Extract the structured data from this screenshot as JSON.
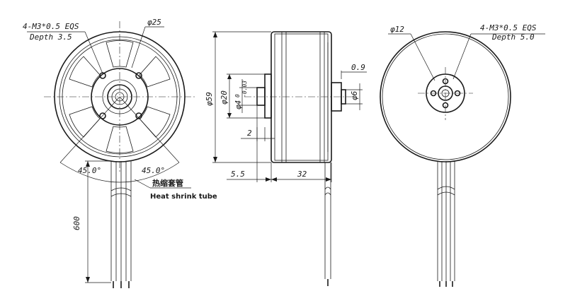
{
  "left_view": {
    "thread_spec": "4-M3*0.5 EQS",
    "thread_depth": "Depth 3.5",
    "bolt_circle": "φ25",
    "angle_left": "45.0°",
    "angle_right": "45.0°",
    "heat_shrink_cn": "热缩套管",
    "heat_shrink_en": "Heat shrink tube",
    "lead_length": "600"
  },
  "side_view": {
    "outer_diameter": "φ59",
    "inner_diameter": "φ20",
    "shaft_diameter": "φ4",
    "shaft_tol_upper": "0",
    "shaft_tol_lower": "-0.03",
    "flange_offset": "0.9",
    "shaft_end_diameter": "φ6",
    "step": "2",
    "shaft_length": "5.5",
    "body_length": "32"
  },
  "right_view": {
    "boss_diameter": "φ12",
    "thread_spec": "4-M3*0.5 EQS",
    "thread_depth": "Depth 5.0"
  }
}
